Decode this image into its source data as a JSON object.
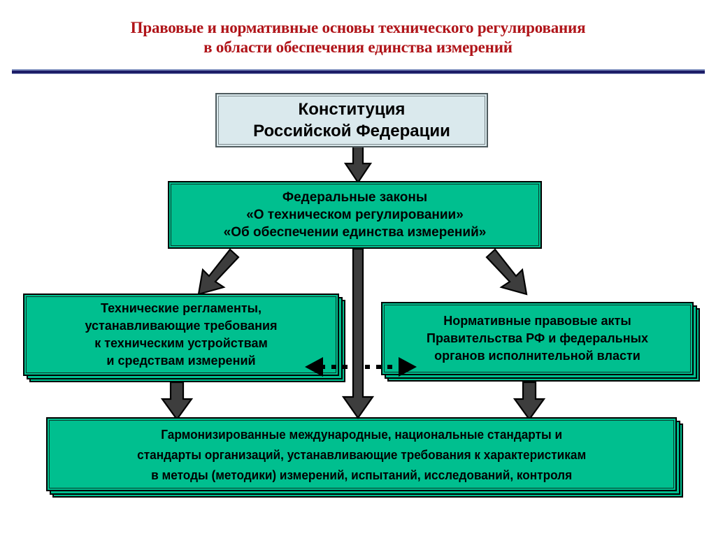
{
  "slide": {
    "title_lines": [
      "Правовые и нормативные основы технического регулирования",
      "в области обеспечения единства измерений"
    ],
    "title_color": "#b01419",
    "divider_color": "#1c1c66",
    "background": "#ffffff"
  },
  "palette": {
    "green_fill": "#00bf8f",
    "green_border": "#000000",
    "constitution_fill": "#dae9ed",
    "constitution_border": "#4f5b5e",
    "arrow_fill": "#3d3d3d",
    "arrow_stroke": "#000000",
    "text_color": "#000000"
  },
  "nodes": {
    "constitution": {
      "id": "constitution",
      "lines": [
        "Конституция",
        "Российской Федерации"
      ],
      "fill": "#dae9ed"
    },
    "federal_laws": {
      "id": "federal-laws",
      "lines": [
        "Федеральные законы",
        "«О техническом регулировании»",
        "«Об обеспечении единства измерений»"
      ],
      "fill": "#00bf8f"
    },
    "tech_regulations": {
      "id": "tech-regulations",
      "lines": [
        "Технические регламенты,",
        "устанавливающие требования",
        "к техническим устройствам",
        "и средствам измерений"
      ],
      "fill": "#00bf8f"
    },
    "gov_acts": {
      "id": "gov-acts",
      "lines": [
        "Нормативные правовые акты",
        "Правительства РФ и федеральных",
        "органов исполнительной власти"
      ],
      "fill": "#00bf8f"
    },
    "standards": {
      "id": "standards",
      "lines": [
        "Гармонизированные международные, национальные стандарты и",
        "стандарты организаций, устанавливающие требования к характеристикам",
        "в методы (методики) измерений, испытаний, исследований, контроля"
      ],
      "fill": "#00bf8f"
    }
  },
  "connectors": [
    {
      "id": "constitution-to-federal-laws",
      "kind": "arrow-down",
      "from": "constitution",
      "to": "federal_laws"
    },
    {
      "id": "federal-laws-to-tech-regulations",
      "kind": "arrow-diagonal-down-left",
      "from": "federal_laws",
      "to": "tech_regulations"
    },
    {
      "id": "federal-laws-to-gov-acts",
      "kind": "arrow-diagonal-down-right",
      "from": "federal_laws",
      "to": "gov_acts"
    },
    {
      "id": "federal-laws-to-standards",
      "kind": "arrow-down-long",
      "from": "federal_laws",
      "to": "standards"
    },
    {
      "id": "tech-regulations-to-standards",
      "kind": "arrow-down",
      "from": "tech_regulations",
      "to": "standards"
    },
    {
      "id": "gov-acts-to-standards",
      "kind": "arrow-down",
      "from": "gov_acts",
      "to": "standards"
    },
    {
      "id": "tech-regulations-gov-acts-link",
      "kind": "dotted-double-arrow",
      "from": "gov_acts",
      "to": "tech_regulations"
    }
  ]
}
